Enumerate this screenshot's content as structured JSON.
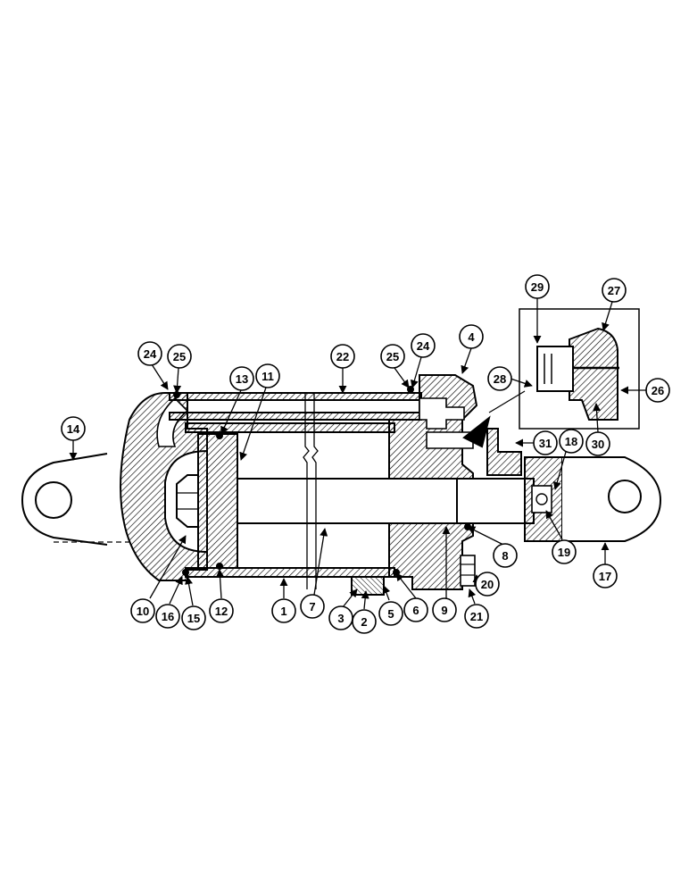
{
  "diagram": {
    "callouts": [
      {
        "id": "c1",
        "label": "1"
      },
      {
        "id": "c2",
        "label": "2"
      },
      {
        "id": "c3",
        "label": "3"
      },
      {
        "id": "c4",
        "label": "4"
      },
      {
        "id": "c5",
        "label": "5"
      },
      {
        "id": "c6",
        "label": "6"
      },
      {
        "id": "c7",
        "label": "7"
      },
      {
        "id": "c8",
        "label": "8"
      },
      {
        "id": "c9",
        "label": "9"
      },
      {
        "id": "c10",
        "label": "10"
      },
      {
        "id": "c11",
        "label": "11"
      },
      {
        "id": "c12",
        "label": "12"
      },
      {
        "id": "c13",
        "label": "13"
      },
      {
        "id": "c14",
        "label": "14"
      },
      {
        "id": "c15",
        "label": "15"
      },
      {
        "id": "c16",
        "label": "16"
      },
      {
        "id": "c17",
        "label": "17"
      },
      {
        "id": "c18",
        "label": "18"
      },
      {
        "id": "c19",
        "label": "19"
      },
      {
        "id": "c20",
        "label": "20"
      },
      {
        "id": "c21",
        "label": "21"
      },
      {
        "id": "c22",
        "label": "22"
      },
      {
        "id": "c24a",
        "label": "24"
      },
      {
        "id": "c25a",
        "label": "25"
      },
      {
        "id": "c24b",
        "label": "24"
      },
      {
        "id": "c25b",
        "label": "25"
      },
      {
        "id": "c26",
        "label": "26"
      },
      {
        "id": "c27",
        "label": "27"
      },
      {
        "id": "c28",
        "label": "28"
      },
      {
        "id": "c29",
        "label": "29"
      },
      {
        "id": "c30",
        "label": "30"
      },
      {
        "id": "c31",
        "label": "31"
      }
    ]
  }
}
